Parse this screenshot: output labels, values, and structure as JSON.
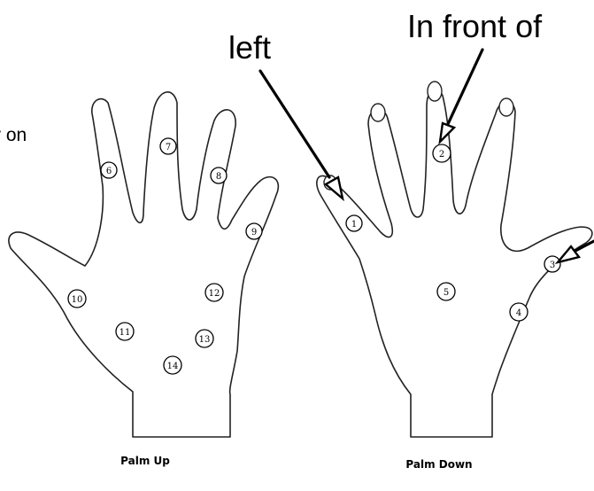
{
  "annotations": {
    "left": "left",
    "in_front_of": "In front of",
    "partial_text": "r on"
  },
  "captions": {
    "palm_up": "Palm Up",
    "palm_down": "Palm Down"
  },
  "palm_up_points": [
    "6",
    "7",
    "8",
    "9",
    "10",
    "11",
    "12",
    "13",
    "14"
  ],
  "palm_down_points": [
    "1",
    "2",
    "3",
    "4",
    "5"
  ],
  "colors": {
    "ink": "#000000",
    "outline": "#222222",
    "background": "#ffffff"
  }
}
